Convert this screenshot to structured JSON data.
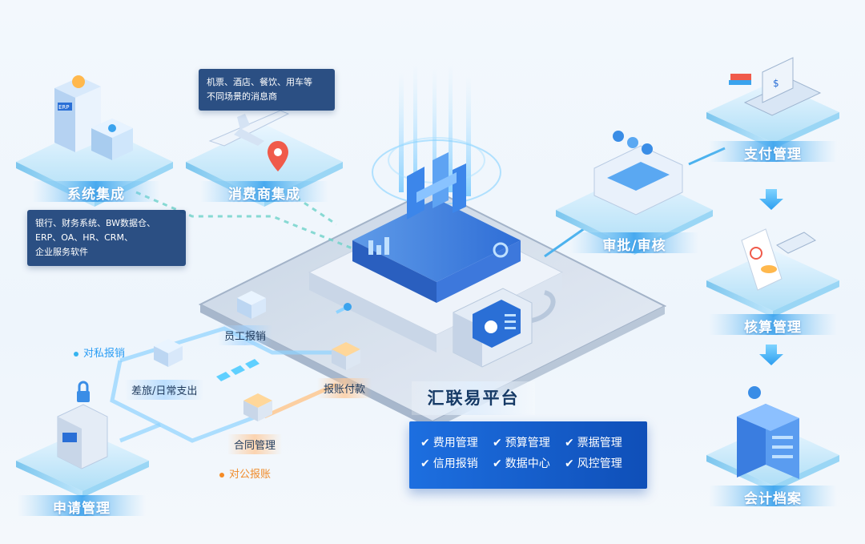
{
  "nodes": {
    "system_integration": {
      "label": "系统集成",
      "callout": [
        "银行、财务系统、BW数据仓、",
        "ERP、OA、HR、CRM、",
        "企业服务软件"
      ]
    },
    "merchant_integration": {
      "label": "消费商集成",
      "callout": [
        "机票、酒店、餐饮、用车等",
        "不同场景的消息商"
      ]
    },
    "approval": {
      "label": "审批/审核"
    },
    "payment": {
      "label": "支付管理"
    },
    "accounting": {
      "label": "核算管理"
    },
    "archive": {
      "label": "会计档案"
    },
    "application": {
      "label": "申请管理"
    }
  },
  "flow": {
    "employee_reimburse": "员工报销",
    "travel_expense": "差旅/日常支出",
    "reimburse_pay": "报账付款",
    "contract_mgmt": "合同管理",
    "private_reimburse": "对私报销",
    "public_reimburse": "对公报账"
  },
  "platform": {
    "title": "汇联易平台",
    "features": [
      "费用管理",
      "预算管理",
      "票据管理",
      "信用报销",
      "数据中心",
      "风控管理"
    ],
    "check_mark": "✔"
  },
  "icons": {
    "erp_label": "ERP",
    "pay_screen_symbol": "$"
  },
  "colors": {
    "accent": "#1d6fe0",
    "platform_label_bg": "#1a4078",
    "orange": "#f08c2b",
    "cyan": "#35b4f0"
  }
}
